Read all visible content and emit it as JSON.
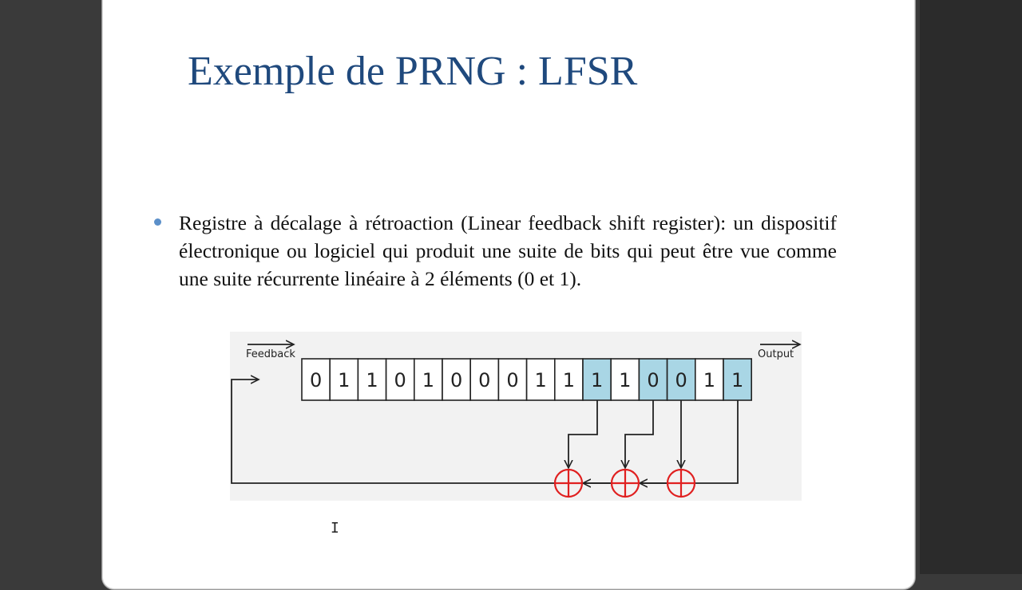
{
  "slide": {
    "title": "Exemple de PRNG : LFSR",
    "bullet": "Registre à décalage à rétroaction (Linear feedback shift register): un dispositif électronique ou logiciel qui produit une suite de bits qui peut être vue comme une suite récurrente linéaire à 2 éléments (0 et 1)."
  },
  "figure": {
    "feedback_label": "Feedback",
    "output_label": "Output",
    "bits": [
      "0",
      "1",
      "1",
      "0",
      "1",
      "0",
      "0",
      "0",
      "1",
      "1",
      "1",
      "1",
      "0",
      "0",
      "1",
      "1"
    ],
    "tapped_cells": [
      10,
      12,
      13,
      15
    ],
    "tap_color": "#a9d6e5",
    "xor_color": "#e02020"
  }
}
